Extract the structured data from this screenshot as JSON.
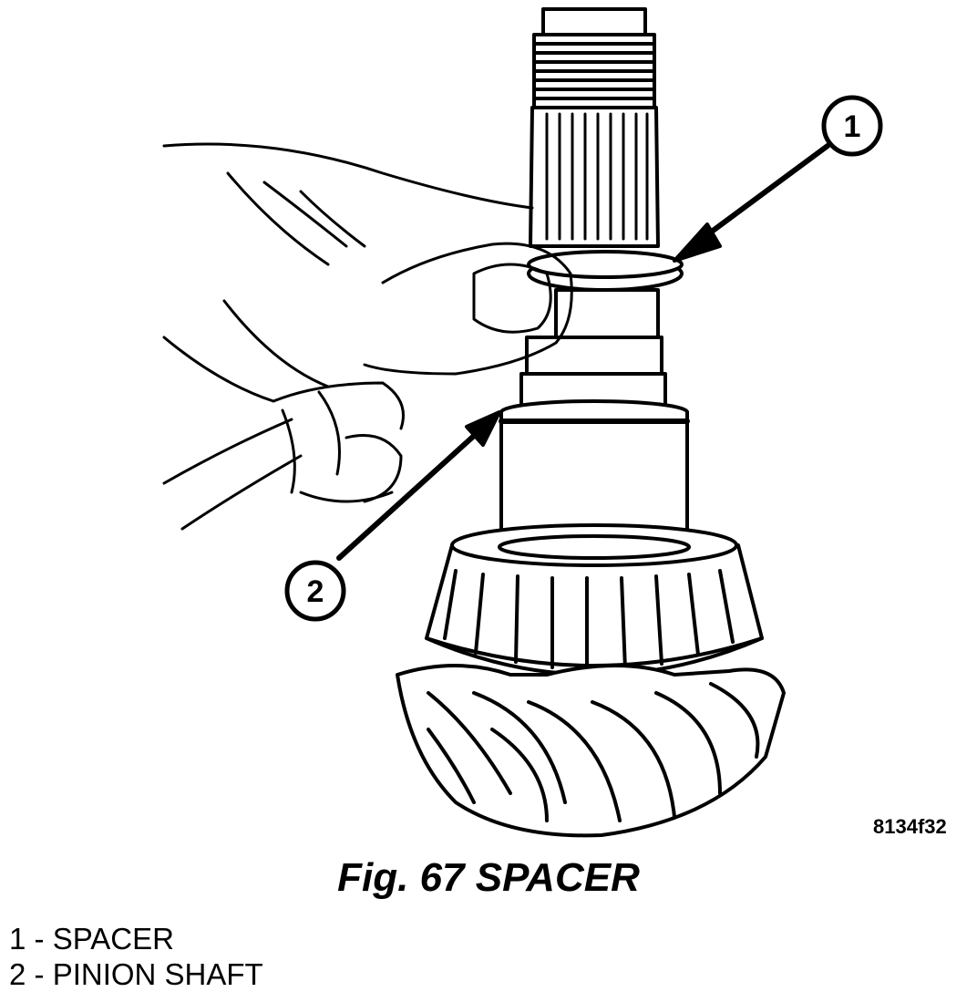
{
  "callouts": [
    {
      "number": "1"
    },
    {
      "number": "2"
    }
  ],
  "reference_code": "8134f32",
  "caption": "Fig. 67 SPACER",
  "legend": [
    {
      "number": "1",
      "separator": " - ",
      "label": "SPACER"
    },
    {
      "number": "2",
      "separator": " - ",
      "label": "PINION SHAFT"
    }
  ]
}
